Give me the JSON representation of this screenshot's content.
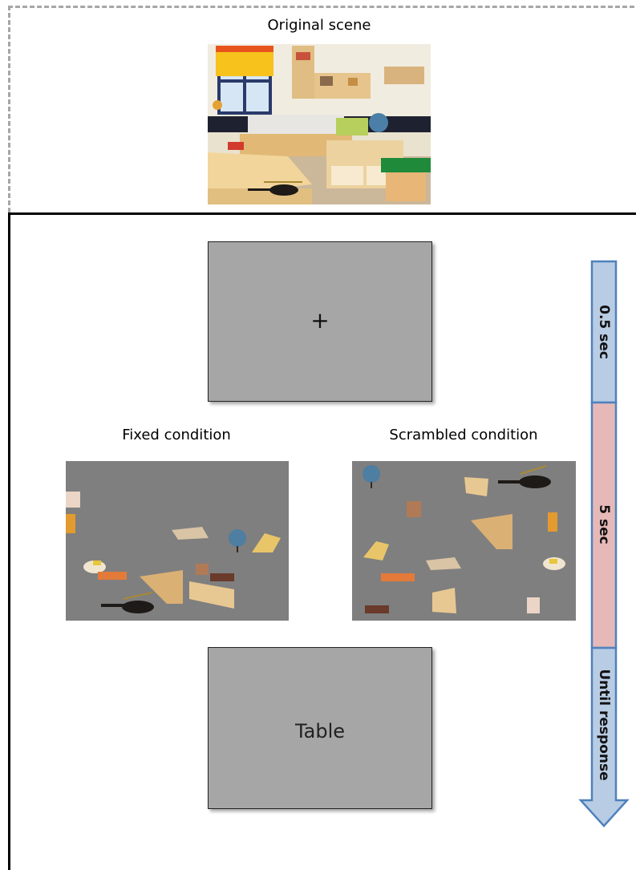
{
  "original_scene": {
    "title": "Original scene"
  },
  "fixation": {
    "symbol": "+"
  },
  "conditions": [
    {
      "label": "Fixed condition"
    },
    {
      "label": "Scrambled condition"
    }
  ],
  "response_screen": {
    "word": "Table"
  },
  "timeline": {
    "segments": [
      {
        "label": "0.5 sec",
        "color": "#b8cce4"
      },
      {
        "label": "5 sec",
        "color": "#e6b9b8"
      },
      {
        "label": "Until response",
        "color": "#b8cce4"
      }
    ],
    "border_color": "#4f81bd"
  }
}
